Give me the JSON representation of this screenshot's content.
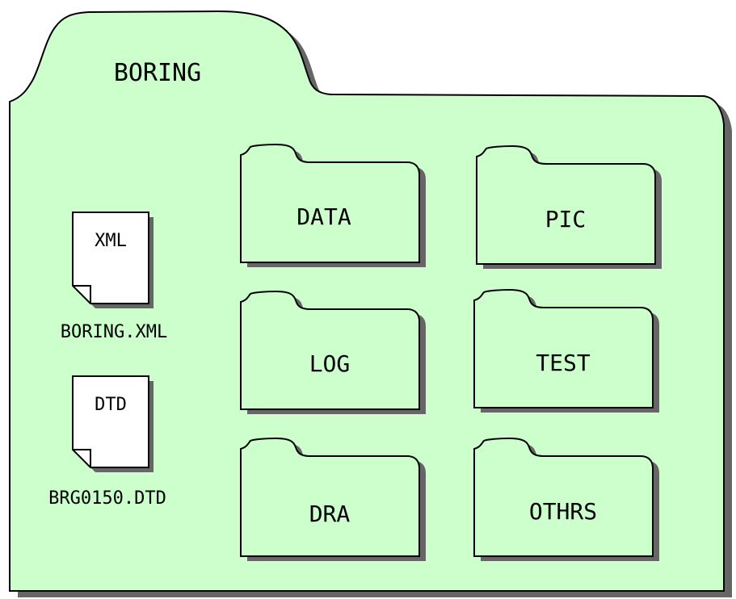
{
  "colors": {
    "folder_fill": "#ccffcc",
    "outline": "#000000",
    "shadow": "#666666",
    "document_fill": "#ffffff"
  },
  "root_folder": {
    "label": "BORING",
    "icon": "folder-icon"
  },
  "files": [
    {
      "type_label": "XML",
      "name": "BORING.XML",
      "icon": "document-icon"
    },
    {
      "type_label": "DTD",
      "name": "BRG0150.DTD",
      "icon": "document-icon"
    }
  ],
  "subfolders": [
    {
      "label": "DATA",
      "icon": "folder-icon"
    },
    {
      "label": "PIC",
      "icon": "folder-icon"
    },
    {
      "label": "LOG",
      "icon": "folder-icon"
    },
    {
      "label": "TEST",
      "icon": "folder-icon"
    },
    {
      "label": "DRA",
      "icon": "folder-icon"
    },
    {
      "label": "OTHRS",
      "icon": "folder-icon"
    }
  ]
}
